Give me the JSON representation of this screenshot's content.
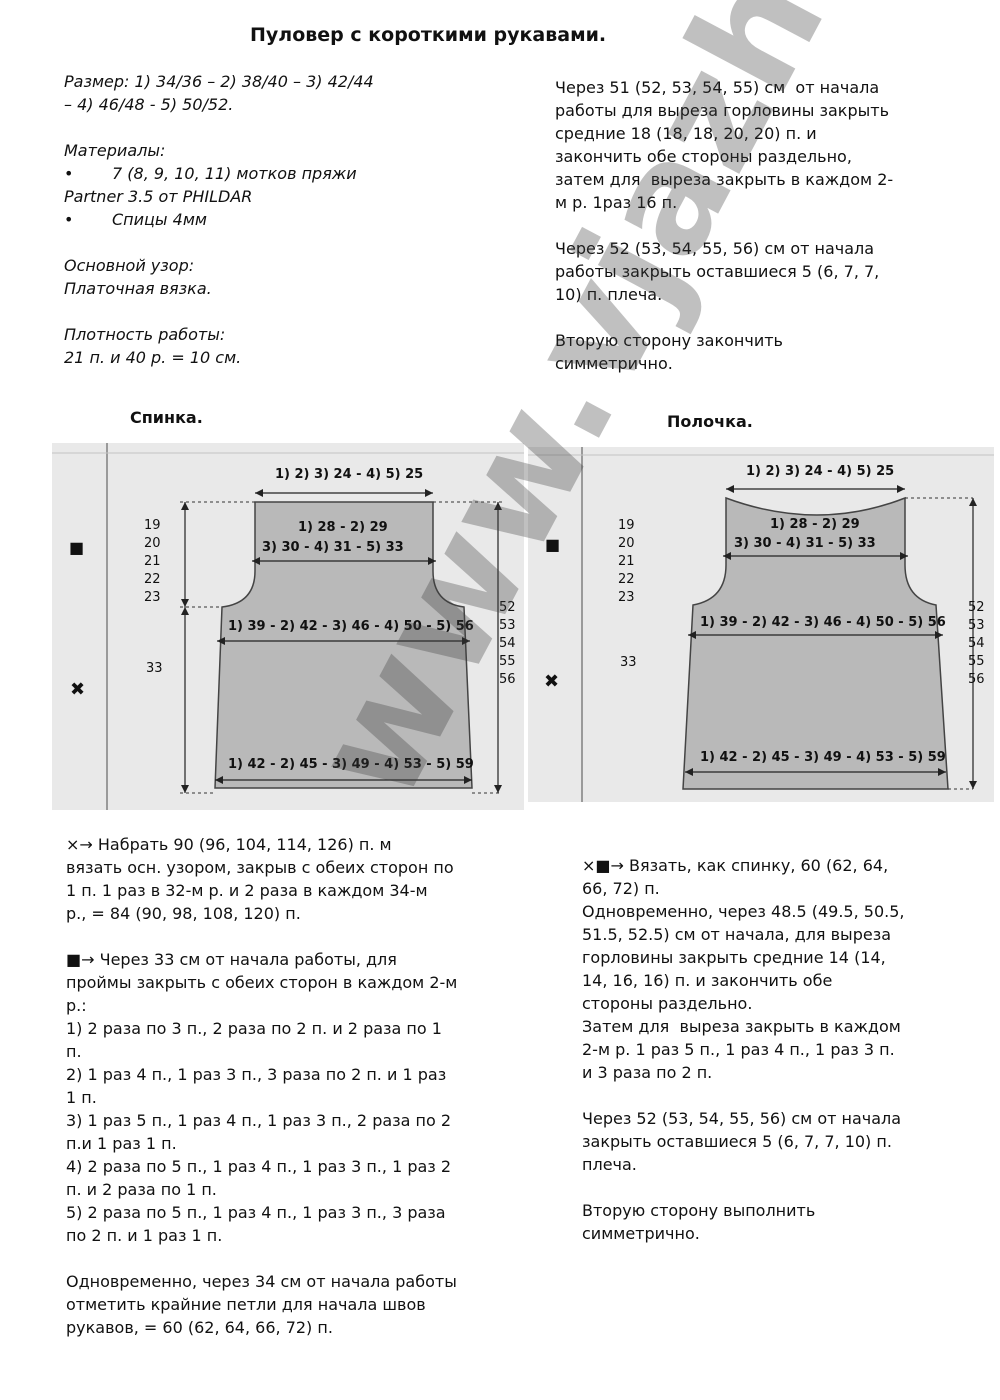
{
  "title": "Пуловер с короткими рукавами.",
  "left_intro": [
    {
      "kind": "text",
      "text": "Размер: 1) 34/36 – 2) 38/40 – 3) 42/44"
    },
    {
      "kind": "text",
      "text": "– 4) 46/48 - 5) 50/52."
    },
    {
      "kind": "blank"
    },
    {
      "kind": "text",
      "text": "Материалы:"
    },
    {
      "kind": "bullet",
      "text": "7 (8, 9, 10, 11) мотков пряжи"
    },
    {
      "kind": "text",
      "text": "Partner 3.5 от PHILDAR"
    },
    {
      "kind": "bullet",
      "text": "Спицы 4мм"
    },
    {
      "kind": "blank"
    },
    {
      "kind": "text",
      "text": "Основной узор:"
    },
    {
      "kind": "text",
      "text": "Платочная вязка."
    },
    {
      "kind": "blank"
    },
    {
      "kind": "text",
      "text": "Плотность работы:"
    },
    {
      "kind": "text",
      "text": "21 п. и 40 р. = 10 см."
    }
  ],
  "right_intro": [
    "Через 51 (52, 53, 54, 55) см  от начала",
    "работы для выреза горловины закрыть",
    "средние 18 (18, 18, 20, 20) п. и",
    "закончить обе стороны раздельно,",
    "затем для  выреза закрыть в каждом 2-",
    "м р. 1раз 16 п.",
    "",
    "Через 52 (53, 54, 55, 56) см от начала",
    "работы закрыть оставшиеся 5 (6, 7, 7,",
    "10) п. плеча.",
    "",
    "Вторую сторону закончить",
    "симметрично."
  ],
  "back_heading": "Спинка.",
  "front_heading": "Полочка.",
  "diagram_labels": {
    "top_width": "1) 2) 3) 24 - 4) 5) 25",
    "shoulder_width_a": "1) 28 - 2) 29",
    "shoulder_width_b": "3) 30 - 4) 31 - 5) 33",
    "chest_width": "1) 39 - 2) 42 - 3) 46 - 4) 50 - 5) 56",
    "hem_width": "1) 42 - 2) 45 - 3) 49 - 4) 53 - 5) 59",
    "armhole_heights": [
      "19",
      "20",
      "21",
      "22",
      "23"
    ],
    "lower_height": "33",
    "total_heights": [
      "52",
      "53",
      "54",
      "55",
      "56"
    ],
    "square_symbol": "■",
    "cross_symbol": "✖"
  },
  "watermark": "www.vjazhi.ru",
  "left_body": [
    "×→ Набрать 90 (96, 104, 114, 126) п. м",
    "вязать осн. узором, закрыв с обеих сторон по",
    "1 п. 1 раз в 32-м р. и 2 раза в каждом 34-м",
    "р., = 84 (90, 98, 108, 120) п.",
    "",
    "■→ Через 33 см от начала работы, для",
    "проймы закрыть с обеих сторон в каждом 2-м",
    "р.:",
    "1) 2 раза по 3 п., 2 раза по 2 п. и 2 раза по 1",
    "п.",
    "2) 1 раз 4 п., 1 раз 3 п., 3 раза по 2 п. и 1 раз",
    "1 п.",
    "3) 1 раз 5 п., 1 раз 4 п., 1 раз 3 п., 2 раза по 2",
    "п.и 1 раз 1 п.",
    "4) 2 раза по 5 п., 1 раз 4 п., 1 раз 3 п., 1 раз 2",
    "п. и 2 раза по 1 п.",
    "5) 2 раза по 5 п., 1 раз 4 п., 1 раз 3 п., 3 раза",
    "по 2 п. и 1 раз 1 п.",
    "",
    "Одновременно, через 34 см от начала работы",
    "отметить крайние петли для начала швов",
    "рукавов, = 60 (62, 64, 66, 72) п."
  ],
  "right_body": [
    "×■→ Вязать, как спинку, 60 (62, 64,",
    "66, 72) п.",
    "Одновременно, через 48.5 (49.5, 50.5,",
    "51.5, 52.5) см от начала, для выреза",
    "горловины закрыть средние 14 (14,",
    "14, 16, 16) п. и закончить обе",
    "стороны раздельно.",
    "Затем для  выреза закрыть в каждом",
    "2-м р. 1 раз 5 п., 1 раз 4 п., 1 раз 3 п.",
    "и 3 раза по 2 п.",
    "",
    "Через 52 (53, 54, 55, 56) см от начала",
    "закрыть оставшиеся 5 (6, 7, 7, 10) п.",
    "плеча.",
    "",
    "Вторую сторону выполнить",
    "симметрично."
  ]
}
